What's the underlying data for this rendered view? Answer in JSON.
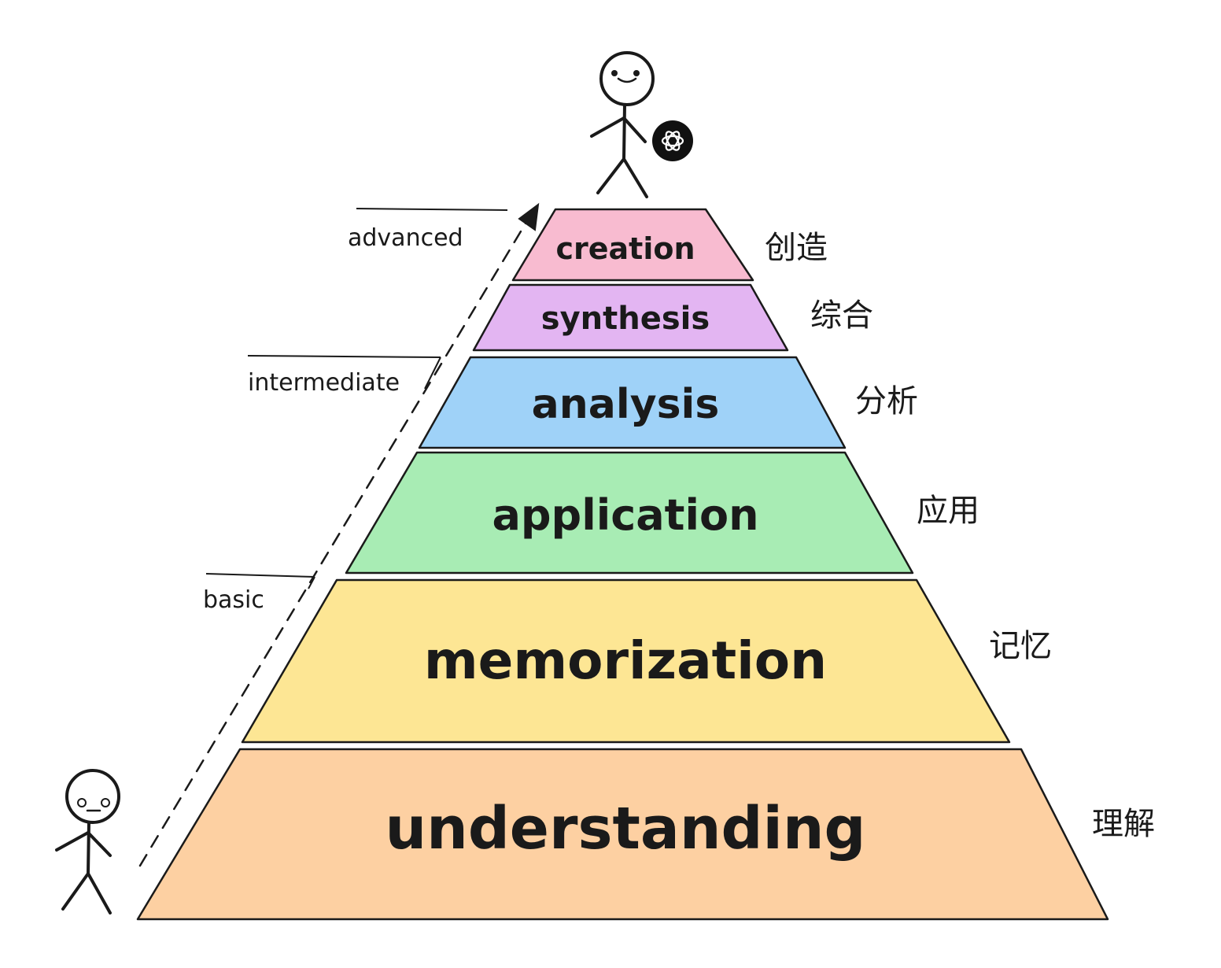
{
  "tiers": [
    {
      "label": "creation",
      "cn": "创造",
      "color": "#f8bbd0"
    },
    {
      "label": "synthesis",
      "cn": "综合",
      "color": "#e3b5f2"
    },
    {
      "label": "analysis",
      "cn": "分析",
      "color": "#9fd2f8"
    },
    {
      "label": "application",
      "cn": "应用",
      "color": "#a8ecb4"
    },
    {
      "label": "memorization",
      "cn": "记忆",
      "color": "#fde694"
    },
    {
      "label": "understanding",
      "cn": "理解",
      "color": "#fdd0a2"
    }
  ],
  "levels": {
    "advanced": "advanced",
    "intermediate": "intermediate",
    "basic": "basic"
  },
  "figures": {
    "top_badge_icon": "openai-logo-icon",
    "top_figure": "smiling-stick-figure",
    "bottom_figure": "worried-stick-figure"
  }
}
